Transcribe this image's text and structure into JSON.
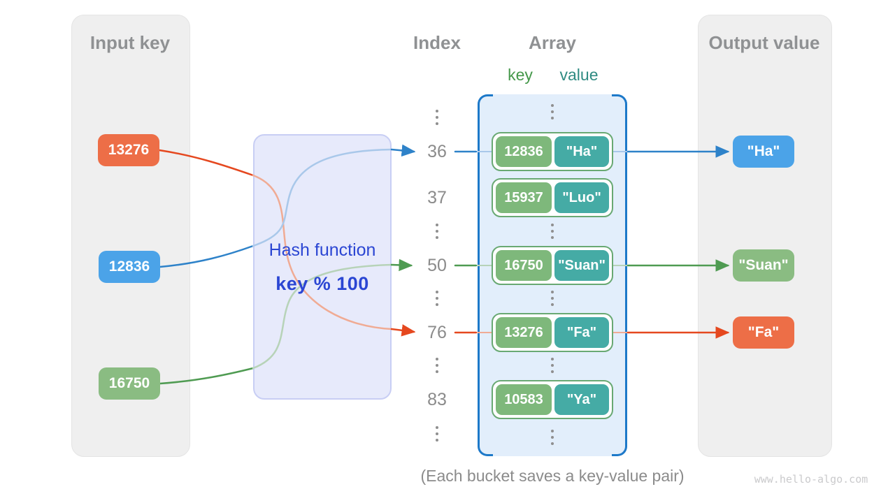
{
  "colors": {
    "panel_bg": "#EFEFEF",
    "panel_border": "#E4E4E4",
    "heading": "#8F9193",
    "index": "#8B8B8B",
    "dot": "#8F8F8F",
    "orange": "#ED6E47",
    "blue": "#4BA3E8",
    "green": "#8ABC82",
    "teal": "#45ABA5",
    "key_green": "#7EB87B",
    "bucket_border": "#69A973",
    "bracket_blue": "#1D79C9",
    "array_fill": "#E2EEFB",
    "hash_fill": "#E7EAFB",
    "hash_border": "#C8CEF4",
    "hash_text": "#2B46D3",
    "label_key": "#45984A",
    "label_value": "#2F8B82",
    "line_blue": "#2E82C9",
    "line_green": "#4F9B52",
    "line_orange": "#E5481F",
    "light_blue": "#A9C8EA",
    "light_green": "#B7D3B8",
    "light_orange": "#F0AB94",
    "caption": "#8B8B8B",
    "watermark": "#CACACC"
  },
  "input_panel": {
    "title": "Input key",
    "keys": [
      {
        "value": "13276",
        "color": "orange"
      },
      {
        "value": "12836",
        "color": "blue"
      },
      {
        "value": "16750",
        "color": "green"
      }
    ]
  },
  "hash_box": {
    "line1": "Hash function",
    "line2": "key % 100"
  },
  "index_column": {
    "title": "Index",
    "entries": [
      "36",
      "37",
      "50",
      "76",
      "83"
    ]
  },
  "array_panel": {
    "title": "Array",
    "key_label": "key",
    "value_label": "value",
    "buckets": [
      {
        "key": "12836",
        "value": "\"Ha\""
      },
      {
        "key": "15937",
        "value": "\"Luo\""
      },
      {
        "key": "16750",
        "value": "\"Suan\""
      },
      {
        "key": "13276",
        "value": "\"Fa\""
      },
      {
        "key": "10583",
        "value": "\"Ya\""
      }
    ]
  },
  "output_panel": {
    "title": "Output value",
    "values": [
      {
        "text": "\"Ha\"",
        "color": "blue"
      },
      {
        "text": "\"Suan\"",
        "color": "green"
      },
      {
        "text": "\"Fa\"",
        "color": "orange"
      }
    ]
  },
  "caption": "(Each bucket saves a key-value pair)",
  "watermark": "www.hello-algo.com"
}
